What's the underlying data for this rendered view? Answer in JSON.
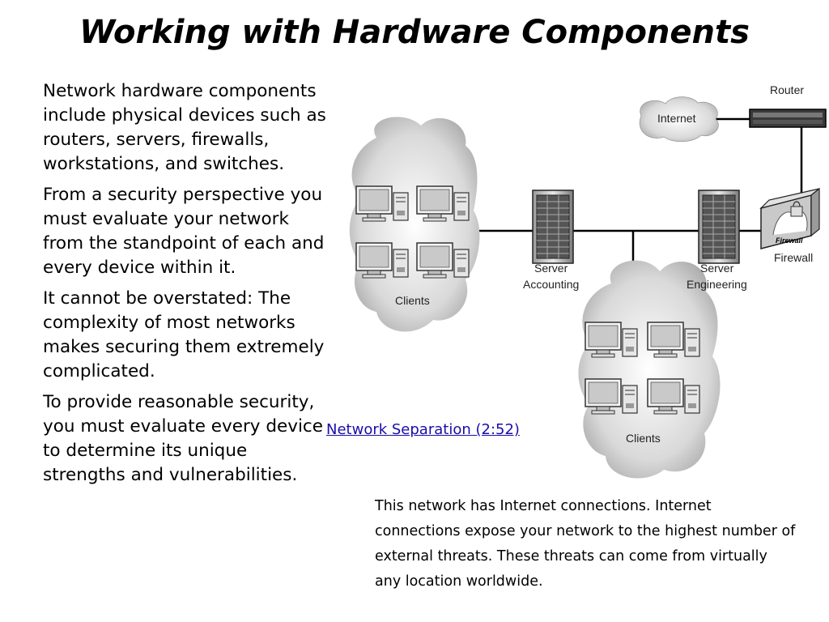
{
  "title": "Working with Hardware Components",
  "body": {
    "paragraphs": [
      "Network hardware components include physical devices such as routers, servers, firewalls, workstations, and switches.",
      "From a security perspective you must evaluate your network from the standpoint of each and every device within it.",
      "It cannot be overstated: The complexity of most networks makes securing them extremely complicated.",
      "To provide reasonable security, you must evaluate every device to determine its unique strengths and vulnerabilities."
    ]
  },
  "diagram": {
    "labels": {
      "router": "Router",
      "internet": "Internet",
      "firewall": "Firewall",
      "firewall_badge": "Firewall",
      "server_accounting_1": "Server",
      "server_accounting_2": "Accounting",
      "server_engineering_1": "Server",
      "server_engineering_2": "Engineering",
      "clients_left": "Clients",
      "clients_bottom": "Clients"
    },
    "icons": [
      "router-icon",
      "internet-cloud-icon",
      "firewall-icon",
      "server-icon",
      "workstation-icon",
      "client-cloud-icon"
    ]
  },
  "video_link": "Network Separation (2:52)",
  "caption": "This network has Internet connections. Internet connections expose your network to the highest number of external threats. These threats can come from virtually any location worldwide."
}
